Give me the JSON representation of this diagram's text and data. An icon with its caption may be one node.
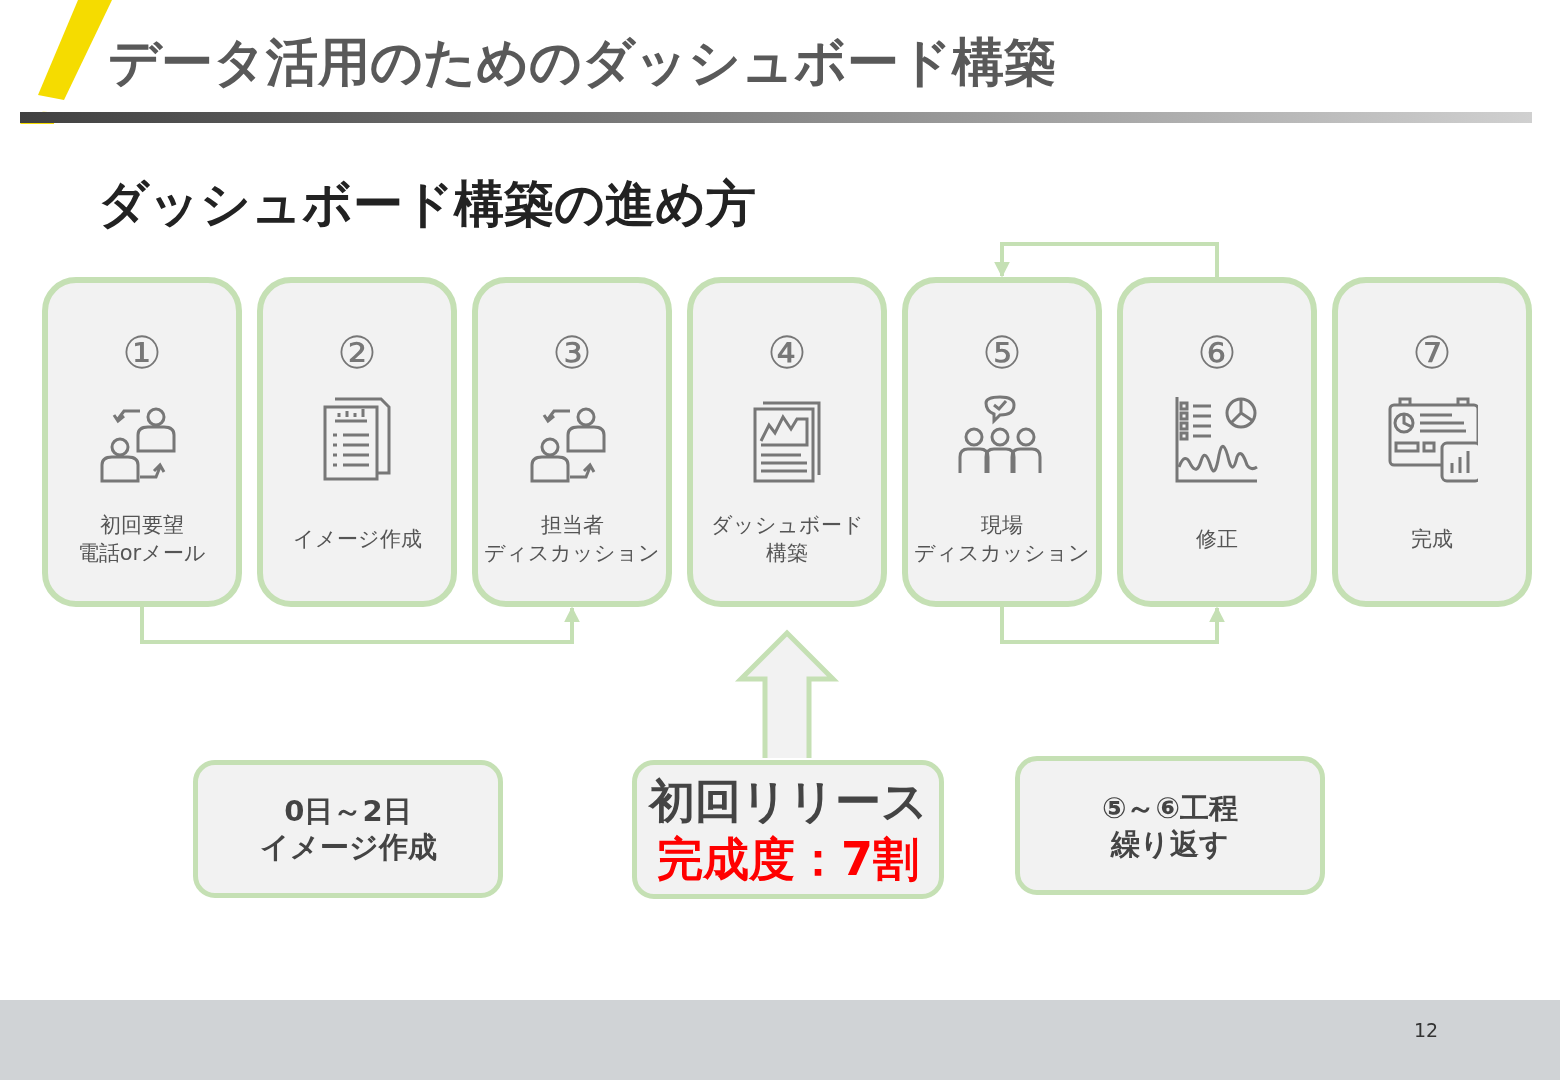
{
  "diagram": {
    "title": "データ活用のためのダッシュボード構築",
    "nodes": [
      {
        "text": [
          "①",
          "初回要望",
          "電話orメール"
        ]
      },
      {
        "text": [
          "②",
          "イメージ作成"
        ]
      },
      {
        "text": [
          "③",
          "担当者",
          "ディスカッション"
        ]
      },
      {
        "text": [
          "④",
          "ダッシュボード",
          "構築"
        ]
      },
      {
        "text": [
          "⑤",
          "現場",
          "ディスカッション"
        ]
      },
      {
        "text": [
          "⑥",
          "修正"
        ]
      },
      {
        "text": [
          "⑦",
          "完成"
        ]
      },
      {
        "text": [
          "0日～2日",
          "イメージ作成"
        ]
      },
      {
        "text": [
          "初回リリース",
          "完成度：7割"
        ]
      },
      {
        "text": [
          "⑤～⑥工程",
          "繰り返す"
        ]
      }
    ],
    "edges": [
      {
        "from": 0,
        "to": 2,
        "arrow": "to"
      },
      {
        "from": 4,
        "to": 5,
        "arrow": "to"
      },
      {
        "from": 5,
        "to": 4,
        "arrow": "to"
      },
      {
        "from": 8,
        "to": 3,
        "arrow": "to",
        "style": "thick"
      }
    ],
    "labels": [
      "ダッシュボード構築の進め方",
      "12"
    ]
  }
}
